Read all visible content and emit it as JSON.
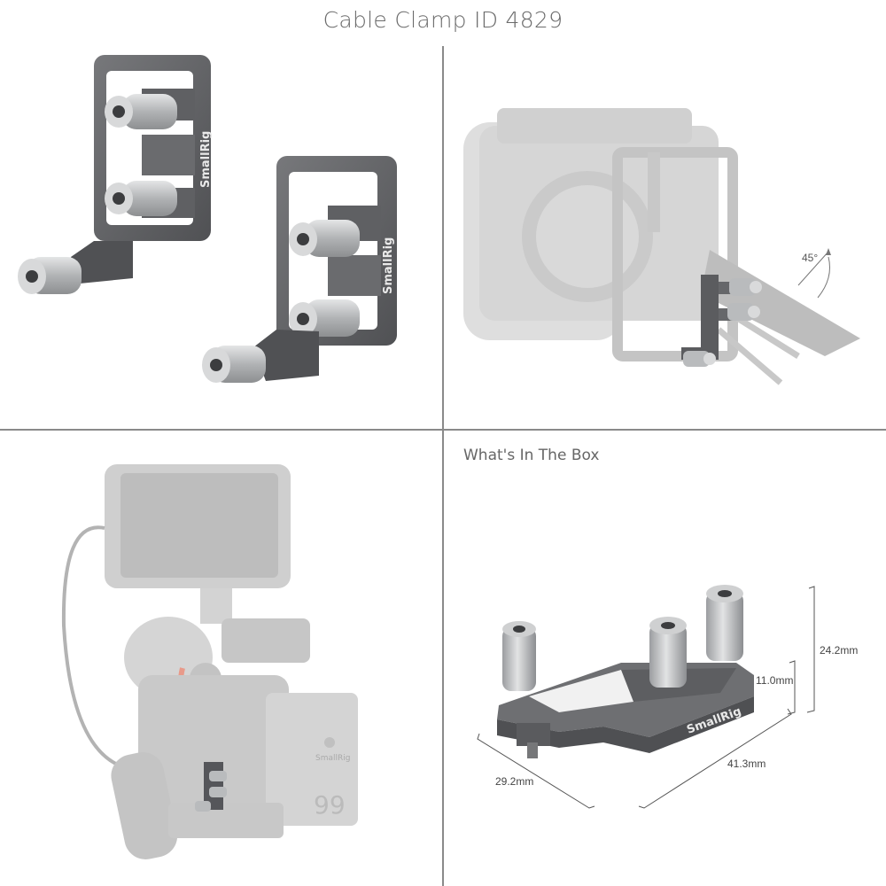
{
  "header": {
    "title": "Cable Clamp ID 4829"
  },
  "panel_product": {
    "brand_text": "SmallRig",
    "icons": [
      "cable-clamp-product-photo"
    ]
  },
  "panel_camera": {
    "angle_label": "45°",
    "icons": [
      "camera-cage-photo"
    ]
  },
  "panel_rig": {
    "battery_number": "99",
    "brand_text": "SmallRig",
    "icons": [
      "rig-setup-photo"
    ]
  },
  "panel_box": {
    "heading": "What's In The Box",
    "brand_text": "SmallRig",
    "dimensions": {
      "height_total": "24.2mm",
      "height_base": "11.0mm",
      "length": "41.3mm",
      "width": "29.2mm"
    }
  },
  "colors": {
    "clamp_dark": "#5b5c5f",
    "clamp_light": "#7a7b7e",
    "knob": "#b9bbbd",
    "faded_gray": "#cfcfcf",
    "divider": "#8a8a8a"
  }
}
